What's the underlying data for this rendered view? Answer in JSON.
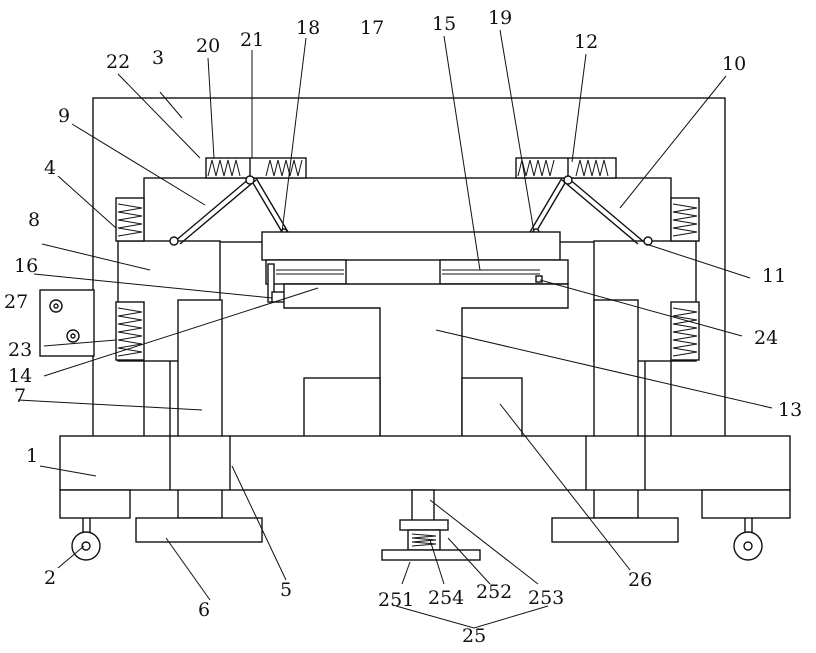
{
  "diagram": {
    "type": "patent-mechanical-drawing",
    "labels": {
      "l1": "1",
      "l2": "2",
      "l3": "3",
      "l4": "4",
      "l5": "5",
      "l6": "6",
      "l7": "7",
      "l8": "8",
      "l9": "9",
      "l10": "10",
      "l11": "11",
      "l12": "12",
      "l13": "13",
      "l14": "14",
      "l15": "15",
      "l16": "16",
      "l17": "17",
      "l18": "18",
      "l19": "19",
      "l20": "20",
      "l21": "21",
      "l22": "22",
      "l23": "23",
      "l24": "24",
      "l25": "25",
      "l26": "26",
      "l27": "27",
      "l251": "251",
      "l252": "252",
      "l253": "253",
      "l254": "254"
    }
  }
}
